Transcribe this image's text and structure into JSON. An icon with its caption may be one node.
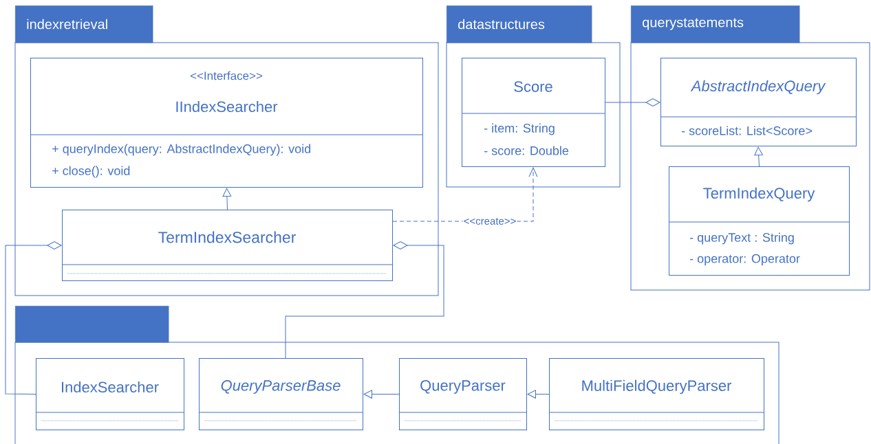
{
  "diagram": {
    "nodes": [
      {
        "text": [
          "indexretrieval"
        ]
      },
      {
        "text": [
          "<<Interface>>",
          "IIndexSearcher",
          "+ queryIndex(query: AbstractIndexQuery): void",
          "+ close(): void"
        ],
        "in": 0
      },
      {
        "text": [
          "TermIndexSearcher"
        ],
        "in": 0
      },
      {
        "text": [
          "datastructures"
        ]
      },
      {
        "text": [
          "Score",
          "- item: String",
          "- score: Double"
        ],
        "in": 3
      },
      {
        "text": [
          "querystatements"
        ]
      },
      {
        "text": [
          "AbstractIndexQuery",
          "- scoreList: List<Score>"
        ],
        "in": 5
      },
      {
        "text": [
          "TermIndexQuery",
          "- queryText : String",
          "- operator: Operator"
        ],
        "in": 5
      },
      {
        "text": [],
        "shape": "box"
      },
      {
        "text": [
          "IndexSearcher"
        ],
        "in": 8
      },
      {
        "text": [
          "QueryParserBase"
        ],
        "in": 8
      },
      {
        "text": [
          "QueryParser"
        ],
        "in": 8
      },
      {
        "text": [
          "MultiFieldQueryParser"
        ],
        "in": 8
      }
    ],
    "edges": [
      {
        "from": 2,
        "to": 1,
        "arrow": "to"
      },
      {
        "from": 2,
        "to": 4,
        "arrow": "to",
        "style": "dashed",
        "label": "<<create>>"
      },
      {
        "from": 4,
        "to": 6,
        "arrow": "other"
      },
      {
        "from": 7,
        "to": 6,
        "arrow": "to"
      },
      {
        "from": 9,
        "to": 2,
        "arrow": "other"
      },
      {
        "from": 10,
        "to": 2,
        "arrow": "other"
      },
      {
        "from": 11,
        "to": 10,
        "arrow": "to"
      },
      {
        "from": 12,
        "to": 11,
        "arrow": "to"
      }
    ]
  }
}
